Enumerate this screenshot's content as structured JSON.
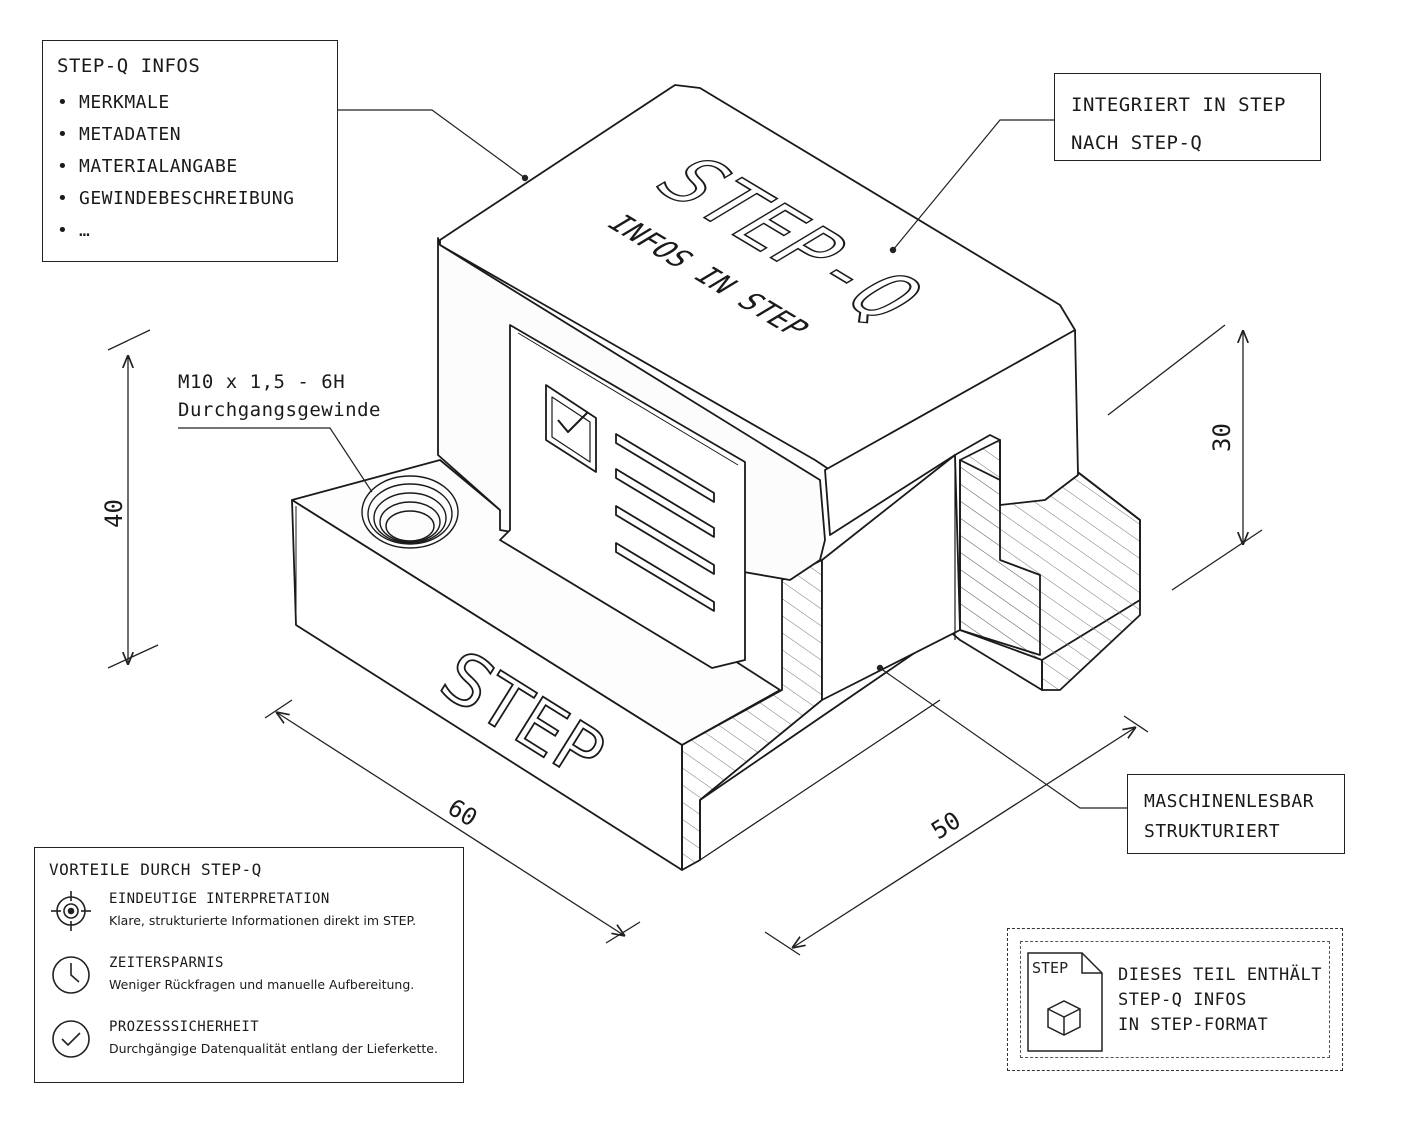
{
  "infos_box": {
    "title": "STEP-Q INFOS",
    "items": [
      "MERKMALE",
      "METADATEN",
      "MATERIALANGABE",
      "GEWINDEBESCHREIBUNG",
      "…"
    ]
  },
  "integriert_box": {
    "line1": "INTEGRIERT IN STEP",
    "line2": "NACH STEP-Q"
  },
  "thread_label": {
    "line1": "M10 x 1,5 - 6H",
    "line2": "Durchgangsgewinde"
  },
  "part_engraving": {
    "top_title": "STEP-Q",
    "top_subtitle": "INFOS IN STEP",
    "front_text": "STEP"
  },
  "dimensions": {
    "height_total": "40",
    "height_top": "30",
    "length": "60",
    "width": "50"
  },
  "maschinen_box": {
    "line1": "MASCHINENLESBAR",
    "line2": "STRUKTURIERT"
  },
  "vorteile_box": {
    "title": "VORTEILE DURCH STEP-Q",
    "items": [
      {
        "icon": "target-icon",
        "heading": "EINDEUTIGE INTERPRETATION",
        "desc": "Klare, strukturierte Informationen direkt im STEP."
      },
      {
        "icon": "clock-icon",
        "heading": "ZEITERSPARNIS",
        "desc": "Weniger Rückfragen und manuelle Aufbereitung."
      },
      {
        "icon": "check-circle-icon",
        "heading": "PROZESSSICHERHEIT",
        "desc": "Durchgängige Datenqualität entlang der Lieferkette."
      }
    ]
  },
  "stepfile_box": {
    "icon_label": "STEP",
    "line1": "DIESES TEIL ENTHÄLT",
    "line2": "STEP-Q INFOS",
    "line3": "IN STEP-FORMAT"
  }
}
